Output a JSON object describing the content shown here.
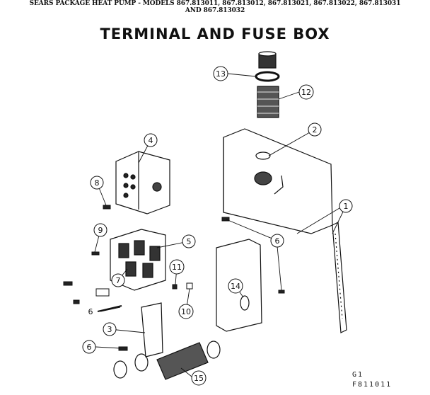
{
  "header": {
    "line1": "SEARS PACKAGE HEAT PUMP - MODELS 867.813011, 867.813012, 867.813021, 867.813022, 867.813031",
    "line2": "AND 867.813032"
  },
  "title": "TERMINAL AND FUSE BOX",
  "callouts": [
    "1",
    "2",
    "3",
    "4",
    "5",
    "6",
    "6",
    "6",
    "7",
    "8",
    "9",
    "10",
    "11",
    "12",
    "13",
    "14",
    "15"
  ],
  "footer": {
    "code1": "G1",
    "code2": "F811011"
  }
}
